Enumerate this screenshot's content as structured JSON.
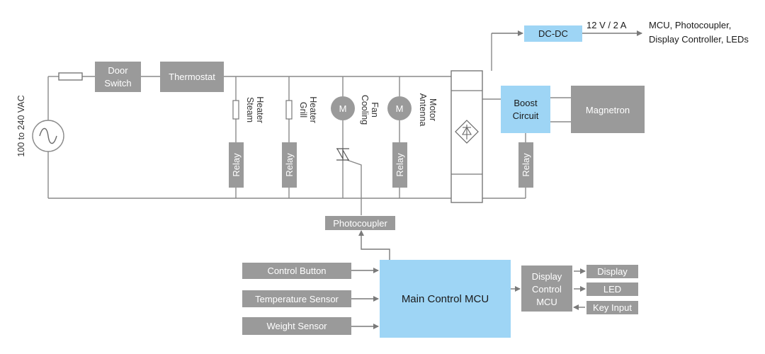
{
  "power": {
    "supply_label": "100 to 240 VAC",
    "door_switch": [
      "Door",
      "Switch"
    ],
    "thermostat": "Thermostat"
  },
  "loads": {
    "steam_heater": [
      "Steam",
      "Heater"
    ],
    "grill_heater": [
      "Grill",
      "Heater"
    ],
    "cooling_fan": [
      "Cooling",
      "Fan"
    ],
    "antenna_motor": [
      "Antenna",
      "Motor"
    ],
    "motor_symbol": "M",
    "relay": "Relay"
  },
  "hv": {
    "dcdc": "DC-DC",
    "dcdc_output": "12 V / 2 A",
    "dcdc_loads": [
      "MCU, Photocoupler,",
      "Display Controller, LEDs"
    ],
    "boost": [
      "Boost",
      "Circuit"
    ],
    "magnetron": "Magnetron"
  },
  "control": {
    "photocoupler": "Photocoupler",
    "main_mcu": "Main Control MCU",
    "inputs": [
      "Control Button",
      "Temperature Sensor",
      "Weight Sensor"
    ],
    "display_mcu": [
      "Display",
      "Control",
      "MCU"
    ],
    "outputs": [
      "Display",
      "LED",
      "Key Input"
    ]
  },
  "colors": {
    "gray_block": "#9a9a9a",
    "blue_block": "#9ed5f5",
    "wire": "#8a8a8a"
  }
}
